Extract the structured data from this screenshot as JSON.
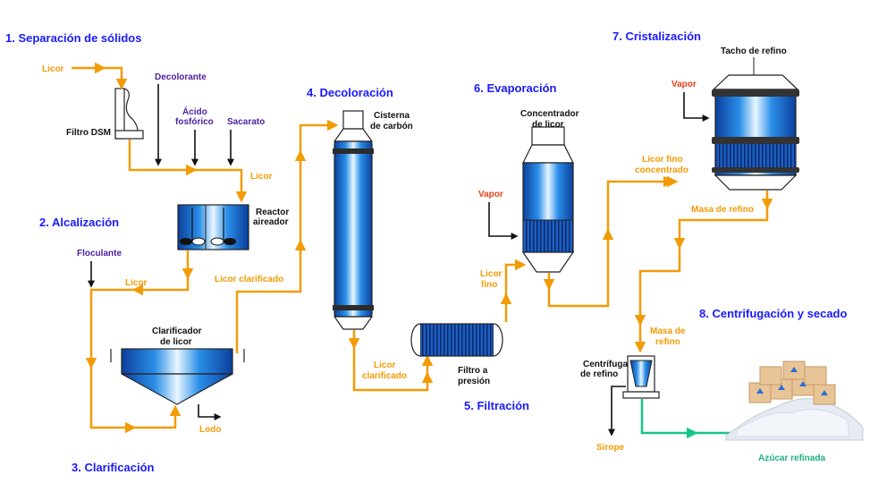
{
  "stages": {
    "s1": "1. Separación de sólidos",
    "s2": "2. Alcalización",
    "s3": "3. Clarificación",
    "s4": "4. Decoloración",
    "s5": "5. Filtración",
    "s6": "6. Evaporación",
    "s7": "7. Cristalización",
    "s8": "8. Centrifugación y secado"
  },
  "streams": {
    "licor_in": "Licor",
    "licor_reactor": "Licor",
    "licor_clarif_in": "Licor",
    "licor_clarificado_1": "Licor clarificado",
    "licor_clarificado_2a": "Licor",
    "licor_clarificado_2b": "clarificado",
    "licor_fino_a": "Licor",
    "licor_fino_b": "fino",
    "licor_fino_conc_a": "Licor fino",
    "licor_fino_conc_b": "concentrado",
    "masa_refino_1": "Masa de refino",
    "masa_refino_2a": "Masa de",
    "masa_refino_2b": "refino",
    "lodo": "Lodo"
  },
  "chemicals": {
    "decolorante": "Decolorante",
    "acido_a": "Ácido",
    "acido_b": "fosfórico",
    "sacarato": "Sacarato",
    "floculante": "Floculante"
  },
  "equipment": {
    "filtro_dsm": "Filtro DSM",
    "reactor_a": "Reactor",
    "reactor_b": "aireador",
    "clarificador_a": "Clarificador",
    "clarificador_b": "de licor",
    "cisterna_a": "Cisterna",
    "cisterna_b": "de carbón",
    "filtro_presion_a": "Filtro a",
    "filtro_presion_b": "presión",
    "concentrador_a": "Concentrador",
    "concentrador_b": "de licor",
    "tacho": "Tacho de refino",
    "centrifuga_a": "Centrífuga",
    "centrifuga_b": "de refino"
  },
  "utilities": {
    "vapor_evap": "Vapor",
    "vapor_tacho": "Vapor"
  },
  "products": {
    "sirope": "Sirope",
    "azucar": "Azúcar refinada"
  },
  "colors": {
    "stage_text": "#1a1aff",
    "stream": "#f29b05",
    "chemical_text": "#4a1fa0",
    "vapor_text": "#e8401c",
    "product_line": "#16c48c",
    "vessel_blue": "#1e6fd6"
  }
}
